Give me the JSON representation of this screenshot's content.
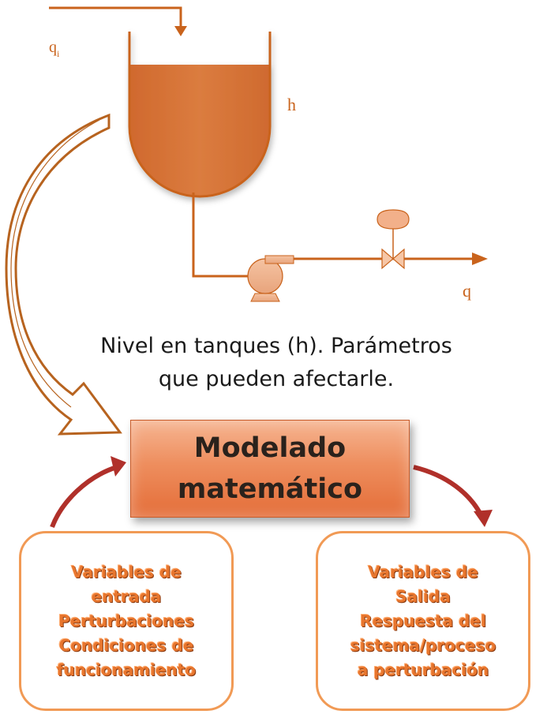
{
  "labels": {
    "inflow": "q",
    "inflow_subscript": "i",
    "level": "h",
    "outflow": "q"
  },
  "caption": {
    "line1": "Nivel en tanques (h). Parámetros",
    "line2": "que pueden afectarle."
  },
  "model_box": {
    "line1": "Modelado",
    "line2": "matemático"
  },
  "input_box": {
    "lines": [
      "Variables de",
      "entrada",
      "Perturbaciones",
      "Condiciones de",
      "funcionamiento"
    ]
  },
  "output_box": {
    "lines": [
      "Variables de",
      "Salida",
      "Respuesta del",
      "sistema/proceso",
      "a perturbación"
    ]
  },
  "colors": {
    "process_line": "#c9631c",
    "tank_fill": "#d9793c",
    "curved_arrow": "#b7631f",
    "red_arrow": "#b0302a",
    "box_text": "#e8762e",
    "box_border": "#f19a55"
  }
}
